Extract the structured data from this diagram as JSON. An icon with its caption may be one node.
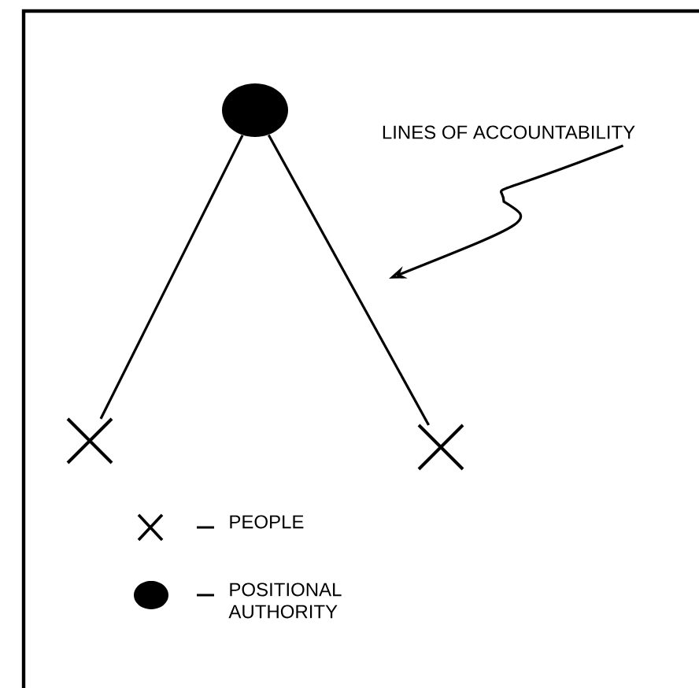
{
  "diagram": {
    "nodes": [
      {
        "text": [],
        "shape": "circle"
      },
      {
        "text": [],
        "shape": "cross"
      },
      {
        "text": [],
        "shape": "cross"
      },
      {
        "text": [
          "LINES OF ACCOUNTABILITY"
        ]
      }
    ],
    "edges": [
      {
        "from": 0,
        "to": 1,
        "arrow": "none"
      },
      {
        "from": 0,
        "to": 2,
        "arrow": "none"
      },
      {
        "from": 3,
        "to": null,
        "arrow": "to"
      }
    ],
    "legend": [
      {
        "text": "PEOPLE"
      },
      {
        "text": "POSITIONAL AUTHORITY"
      }
    ]
  }
}
